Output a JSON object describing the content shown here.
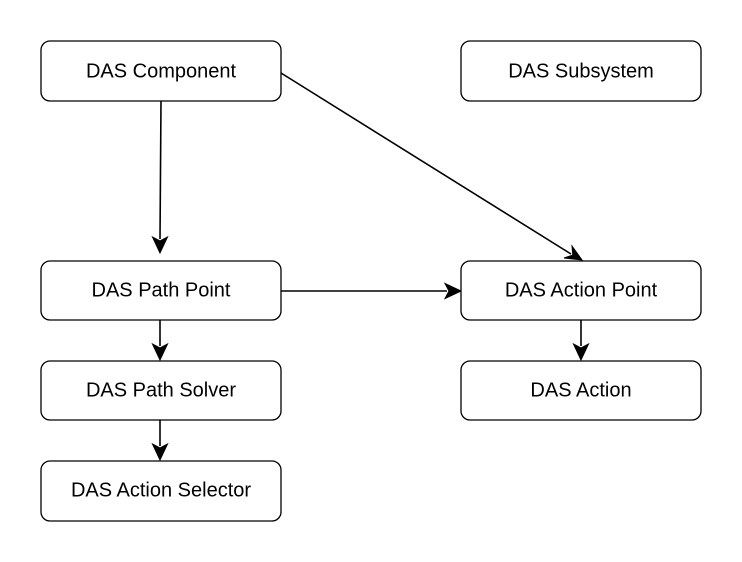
{
  "nodes": [
    {
      "id": "das-component",
      "label": "DAS Component"
    },
    {
      "id": "das-subsystem",
      "label": "DAS Subsystem"
    },
    {
      "id": "das-path-point",
      "label": "DAS Path Point"
    },
    {
      "id": "das-action-point",
      "label": "DAS Action Point"
    },
    {
      "id": "das-path-solver",
      "label": "DAS Path Solver"
    },
    {
      "id": "das-action",
      "label": "DAS Action"
    },
    {
      "id": "das-action-selector",
      "label": "DAS Action Selector"
    }
  ],
  "edges": [
    {
      "from": "das-component",
      "to": "das-path-point"
    },
    {
      "from": "das-component",
      "to": "das-action-point"
    },
    {
      "from": "das-path-point",
      "to": "das-action-point"
    },
    {
      "from": "das-path-point",
      "to": "das-path-solver"
    },
    {
      "from": "das-path-solver",
      "to": "das-action-selector"
    },
    {
      "from": "das-action-point",
      "to": "das-action"
    }
  ]
}
